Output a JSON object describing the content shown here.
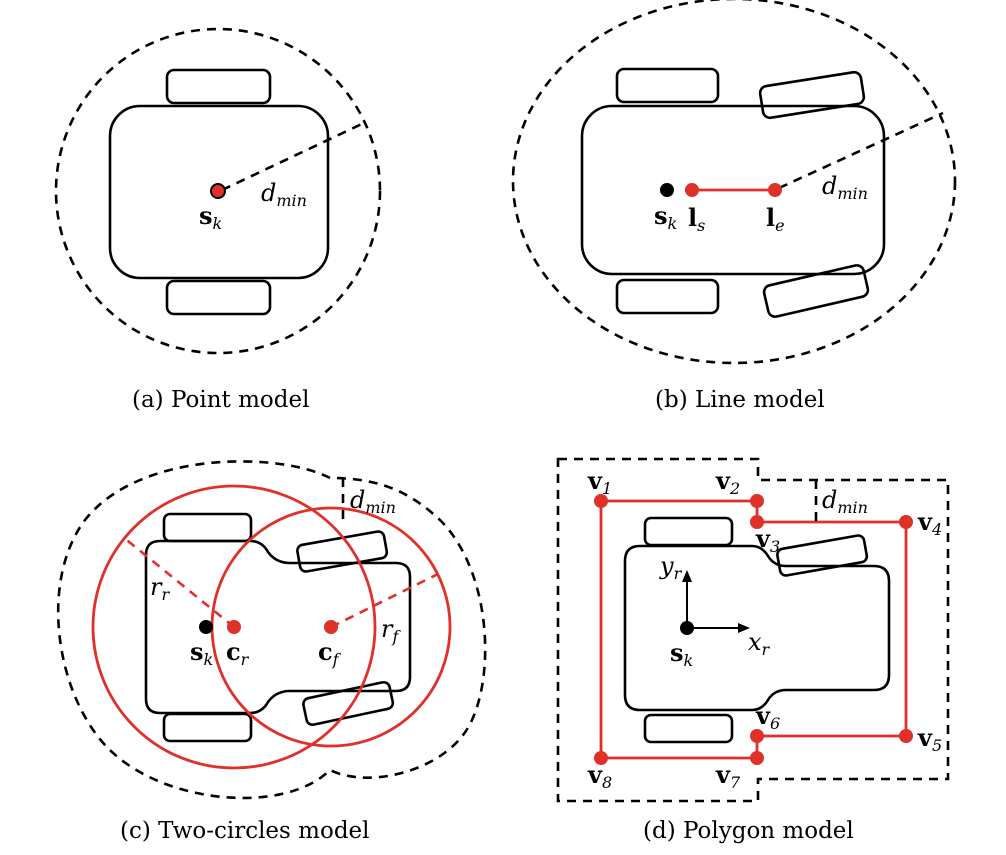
{
  "panels": {
    "a": {
      "caption": "(a) Point model",
      "labels": {
        "sk_main": "s",
        "sk_sub": "k",
        "dmin_main": "d",
        "dmin_sub": "min"
      }
    },
    "b": {
      "caption": "(b) Line model",
      "labels": {
        "sk_main": "s",
        "sk_sub": "k",
        "ls_main": "l",
        "ls_sub": "s",
        "le_main": "l",
        "le_sub": "e",
        "dmin_main": "d",
        "dmin_sub": "min"
      }
    },
    "c": {
      "caption": "(c) Two-circles model",
      "labels": {
        "sk_main": "s",
        "sk_sub": "k",
        "cr_main": "c",
        "cr_sub": "r",
        "cf_main": "c",
        "cf_sub": "f",
        "rr_main": "r",
        "rr_sub": "r",
        "rf_main": "r",
        "rf_sub": "f",
        "dmin_main": "d",
        "dmin_sub": "min"
      }
    },
    "d": {
      "caption": "(d) Polygon model",
      "labels": {
        "sk_main": "s",
        "sk_sub": "k",
        "yr_main": "y",
        "yr_sub": "r",
        "xr_main": "x",
        "xr_sub": "r",
        "dmin_main": "d",
        "dmin_sub": "min",
        "v1_main": "v",
        "v1_sub": "1",
        "v2_main": "v",
        "v2_sub": "2",
        "v3_main": "v",
        "v3_sub": "3",
        "v4_main": "v",
        "v4_sub": "4",
        "v5_main": "v",
        "v5_sub": "5",
        "v6_main": "v",
        "v6_sub": "6",
        "v7_main": "v",
        "v7_sub": "7",
        "v8_main": "v",
        "v8_sub": "8"
      }
    }
  },
  "colors": {
    "accent_red": "#e0302a",
    "line": "#000000",
    "background": "#ffffff"
  }
}
